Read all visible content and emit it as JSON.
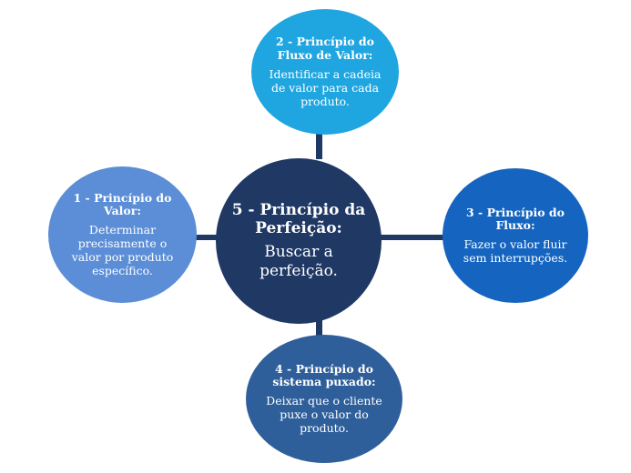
{
  "colors": {
    "connector": "#1f3864",
    "center": "#1f3864",
    "top": "#1fa6e0",
    "left": "#5b8ed6",
    "right": "#1565c0",
    "bottom": "#2f5f9a",
    "text": "#ffffff"
  },
  "nodes": {
    "center": {
      "title": "5 - Princípio da Perfeição:",
      "body": "Buscar a perfeição."
    },
    "top": {
      "title": "2 - Princípio do Fluxo de Valor:",
      "body": "Identificar a cadeia de valor para cada produto."
    },
    "left": {
      "title": "1 - Princípio do Valor:",
      "body": "Determinar precisamente o valor por produto específico."
    },
    "right": {
      "title": "3 - Princípio do Fluxo:",
      "body": "Fazer o valor fluir sem interrupções."
    },
    "bottom": {
      "title": "4 - Princípio do sistema puxado:",
      "body": "Deixar que o cliente puxe o valor do produto."
    }
  }
}
